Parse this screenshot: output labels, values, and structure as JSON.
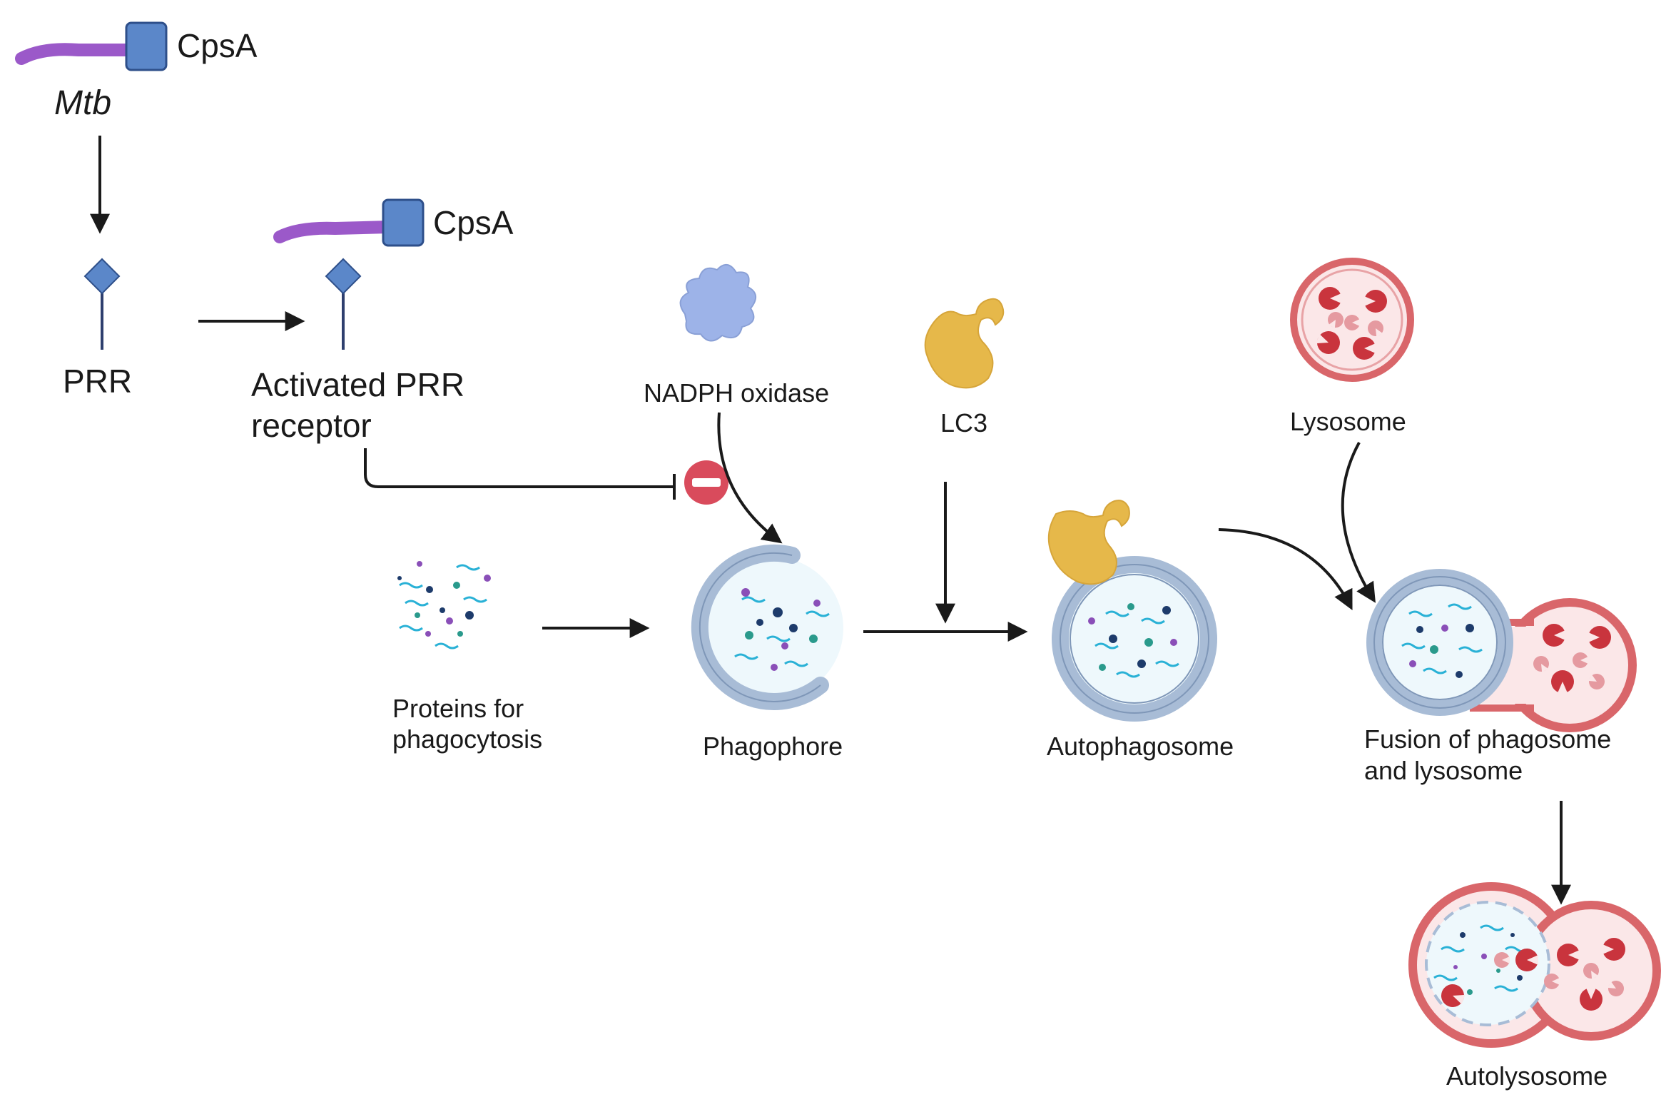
{
  "labels": {
    "cpsa_top": "CpsA",
    "mtb": "Mtb",
    "cpsa_mid": "CpsA",
    "prr": "PRR",
    "activated_line1": "Activated PRR",
    "activated_line2": "receptor",
    "nadph": "NADPH oxidase",
    "lc3": "LC3",
    "lysosome": "Lysosome",
    "proteins_line1": "Proteins for",
    "proteins_line2": "phagocytosis",
    "phagophore": "Phagophore",
    "autophagosome": "Autophagosome",
    "fusion_line1": "Fusion of phagosome",
    "fusion_line2": "and lysosome",
    "autolysosome": "Autolysosome"
  },
  "colors": {
    "bacterium": "#9b59c9",
    "cpsa": "#5b87c9",
    "receptor": "#5b87c9",
    "receptor_stem": "#2e3f6e",
    "membrane": "#a8bcd6",
    "membrane_dark": "#7f97b8",
    "vesicle_fill": "#eef8fc",
    "lysosome_outer": "#d9666a",
    "lysosome_fill": "#fbe7e8",
    "enzyme": "#c9343d",
    "enzyme_light": "#e59aa0",
    "lc3": "#e6b84a",
    "nadph": "#9db3e8",
    "inhibit": "#d94b5c",
    "cargo_cyan": "#29b1d6",
    "cargo_navy": "#1d3b6b",
    "cargo_teal": "#2a9a8c",
    "cargo_purple": "#8a4fb8",
    "arrow": "#1a1a1a"
  },
  "icons": [
    "bacterium-icon",
    "cpsa-icon",
    "receptor-icon",
    "nadph-oxidase-icon",
    "lc3-protein-icon",
    "lysosome-icon",
    "inhibition-icon",
    "phagophore-icon",
    "autophagosome-icon",
    "fusion-icon",
    "autolysosome-icon"
  ]
}
